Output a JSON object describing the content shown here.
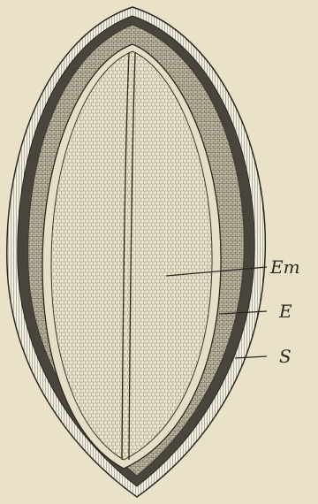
{
  "figure": {
    "labels": {
      "embryo": "Em",
      "endosperm": "E",
      "seed_coat": "S"
    },
    "colors": {
      "paper": "#e9e2c9",
      "ink": "#2b2620",
      "inner_tissue": "#ebe4cf",
      "endosperm_tissue": "#c9c3ad",
      "seed_coat_tissue": "#4a453c",
      "outer_cell_row": "#f3efe0"
    }
  }
}
